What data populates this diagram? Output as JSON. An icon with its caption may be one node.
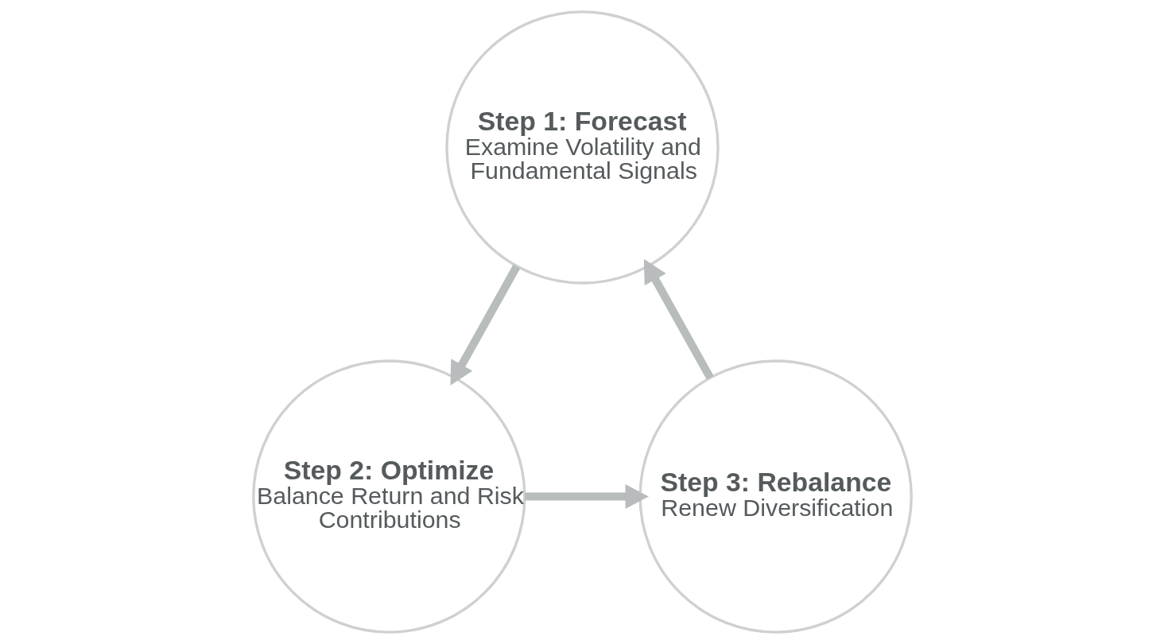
{
  "diagram": {
    "nodes": [
      {
        "text": [
          "Step 1: Forecast",
          "Examine Volatility and Fundamental Signals"
        ]
      },
      {
        "text": [
          "Step 2: Optimize",
          "Balance Return and Risk Contributions"
        ]
      },
      {
        "text": [
          "Step 3: Rebalance",
          "Renew Diversification"
        ]
      }
    ],
    "edges": [
      {
        "from": 0,
        "to": 1,
        "arrow": "to"
      },
      {
        "from": 1,
        "to": 2,
        "arrow": "to"
      },
      {
        "from": 2,
        "to": 0,
        "arrow": "to"
      }
    ]
  }
}
